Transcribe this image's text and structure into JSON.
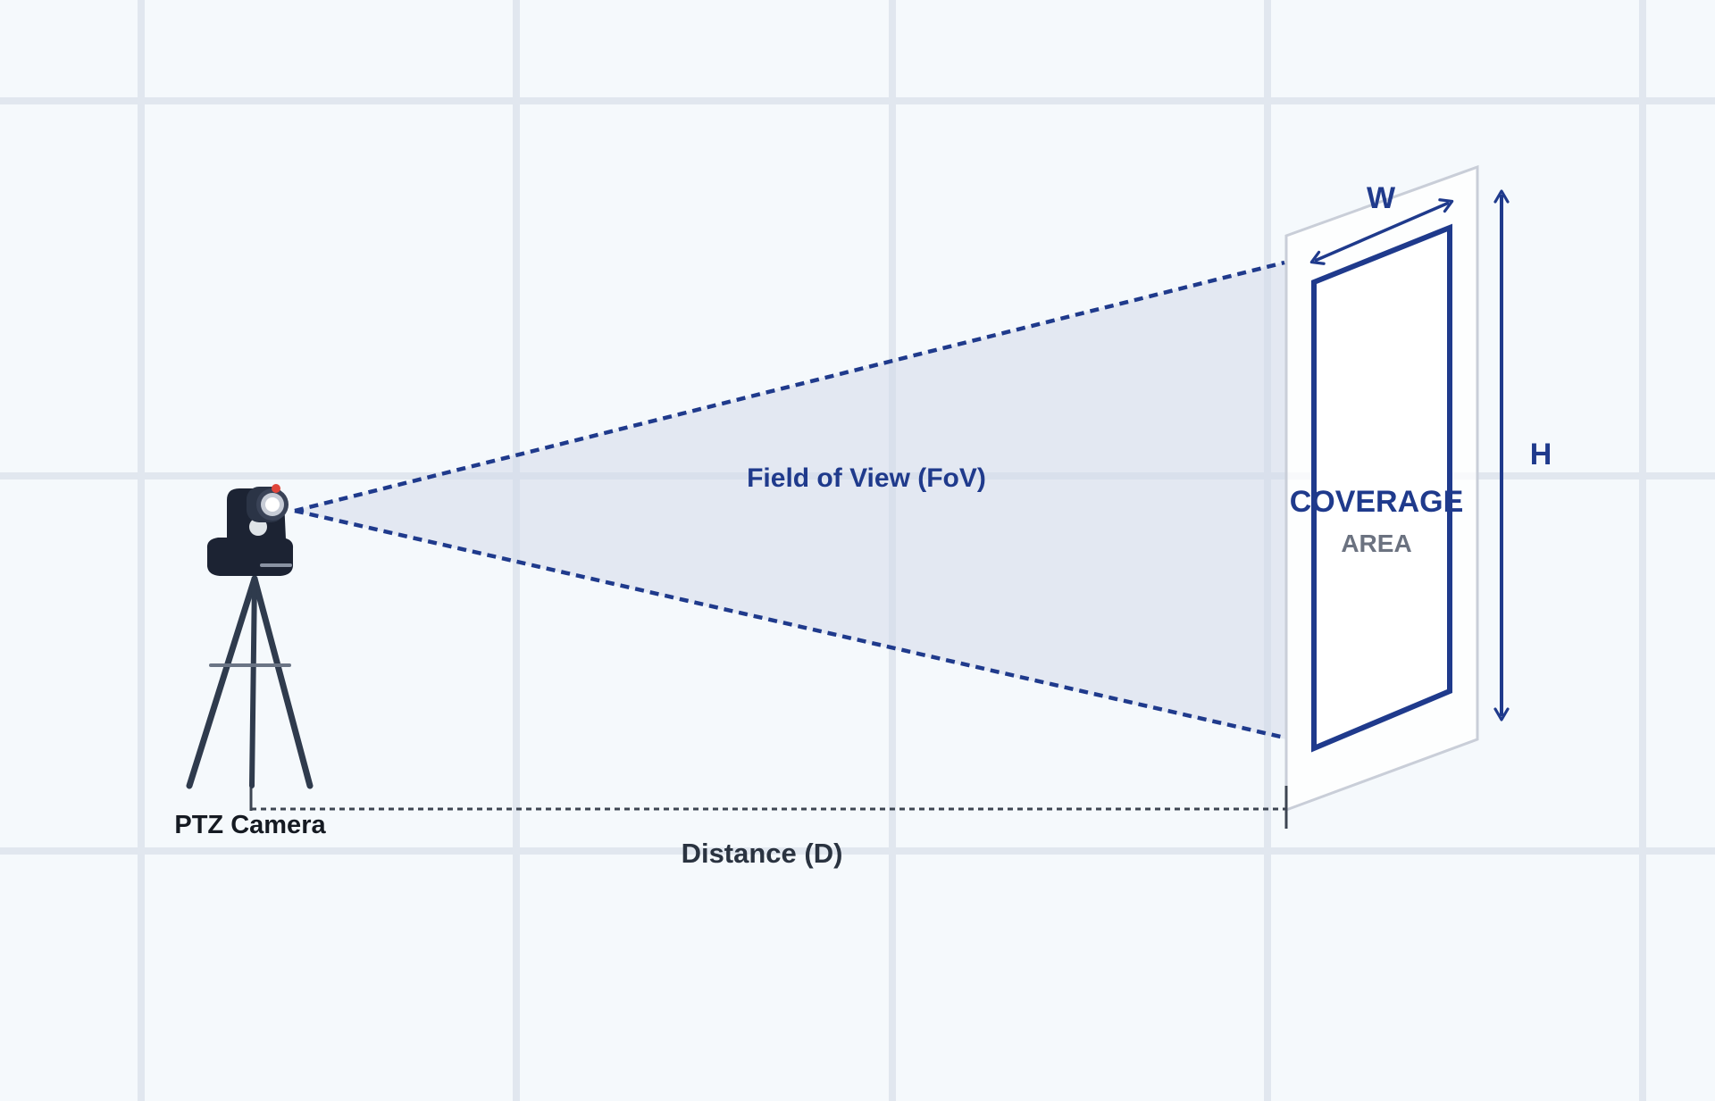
{
  "labels": {
    "field_of_view": "Field of View (FoV)",
    "coverage": "COVERAGE",
    "area": "AREA",
    "width": "W",
    "height": "H",
    "distance": "Distance (D)",
    "camera": "PTZ Camera"
  },
  "colors": {
    "background": "#f5f9fc",
    "grid": "#e1e7ef",
    "accent_blue": "#1f3a8c",
    "fov_fill": "#d3dbea",
    "dark_text": "#2a3340",
    "gray_text": "#6b7280",
    "plane_border": "#c9ced8",
    "camera_body": "#1c2333",
    "camera_light": "#e0453a"
  },
  "icons": {
    "camera": "ptz-camera-icon",
    "tripod": "tripod-icon"
  }
}
